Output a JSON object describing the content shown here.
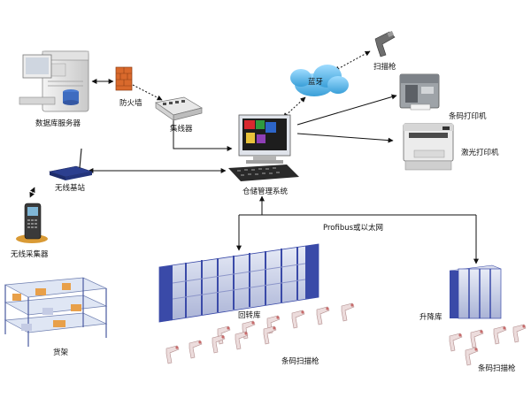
{
  "labels": {
    "db_server": "数据库服务器",
    "firewall": "防火墙",
    "hub": "集线器",
    "bluetooth": "蓝牙",
    "scanner_top": "扫描枪",
    "barcode_printer": "条码打印机",
    "laser_printer": "激光打印机",
    "wireless_base": "无线基站",
    "wms": "仓储管理系统",
    "wireless_collector": "无线采集器",
    "network": "Profibus或以太网",
    "shelf": "货架",
    "carousel": "回转库",
    "lift": "升降库",
    "scanners_mid": "条码扫描枪",
    "scanners_right": "条码扫描枪"
  },
  "colors": {
    "line": "#111111",
    "rack_blue": "#3a4aa8",
    "cloud": "#5db8ea",
    "firewall": "#d9692c"
  }
}
